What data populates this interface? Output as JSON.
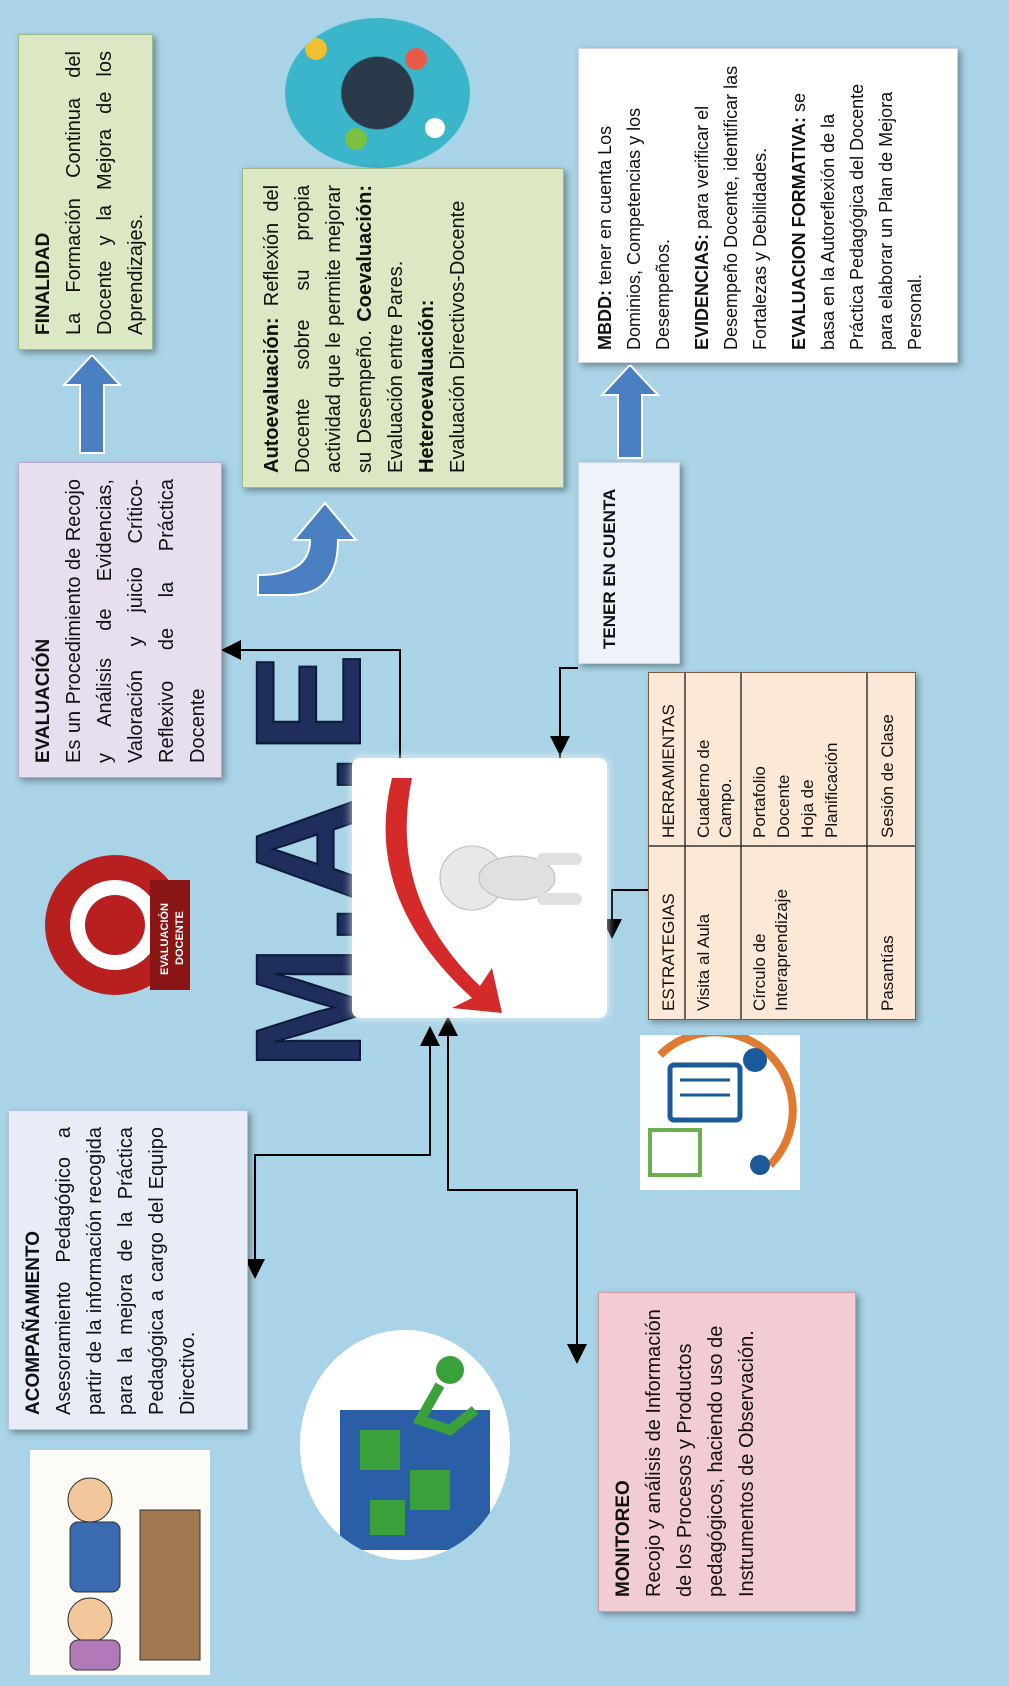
{
  "title": "M.A.E",
  "finalidad": {
    "heading": "FINALIDAD",
    "body": "La Formación Continua del Docente y la Mejora de los Aprendizajes."
  },
  "evaluacion": {
    "heading": "EVALUACIÓN",
    "body": "Es un Procedimiento de Recojo y Análisis de Evidencias, Valoración y juicio Crítico-Reflexivo de la Práctica Docente"
  },
  "autoevaluacion": {
    "auto_label": "Autoevaluación:",
    "auto_text": "Reflexión del Docente sobre su propia actividad que le permite mejorar su Desempeño.",
    "co_label": "Coevaluación:",
    "co_text": "Evaluación entre Pares.",
    "hetero_label": "Heteroevaluación:",
    "hetero_text": "Evaluación Directivos-Docente"
  },
  "mbdd": {
    "mbdd_label": "MBDD:",
    "mbdd_text": "tener en cuenta Los Dominios, Competencias y los Desempeños.",
    "evid_label": "EVIDENCIAS:",
    "evid_text": "para verificar el Desempeño Docente, identificar las Fortalezas y Debilidades.",
    "form_label": "EVALUACION FORMATIVA:",
    "form_text": "se basa en la Autoreflexión de la Práctica Pedagógica del Docente para elaborar un Plan de Mejora Personal."
  },
  "tener_en_cuenta": "TENER EN CUENTA",
  "acompanamiento": {
    "heading": "ACOMPAÑAMIENTO",
    "body": "Asesoramiento Pedagógico a partir de la información recogida para la mejora de la Práctica Pedagógica a cargo del Equipo Directivo."
  },
  "monitoreo": {
    "heading": "MONITOREO",
    "body": "Recojo y análisis de Información de los Procesos y Productos pedagógicos, haciendo uso de Instrumentos de Observación."
  },
  "table": {
    "headers": [
      "ESTRATEGIAS",
      "HERRAMIENTAS"
    ],
    "rows": [
      [
        "Visita al Aula",
        "Cuaderno de Campo."
      ],
      [
        "Círculo de Interaprendizaje",
        "Portafolio Docente Hoja de Planificación"
      ],
      [
        "Pasantías",
        "Sesión de Clase"
      ]
    ]
  },
  "badge": {
    "line1": "EVALUACIÓN",
    "line2": "DOCENTE"
  },
  "icons": [
    "evaluacion-docente-badge-icon",
    "science-head-icon",
    "checklist-icon",
    "puzzle-person-icon",
    "meeting-people-icon",
    "figure-arrow-icon"
  ],
  "colors": {
    "title": "#1f2e5c",
    "arrow_blue": "#4a7fc1",
    "red_arrow": "#d42a2a"
  }
}
